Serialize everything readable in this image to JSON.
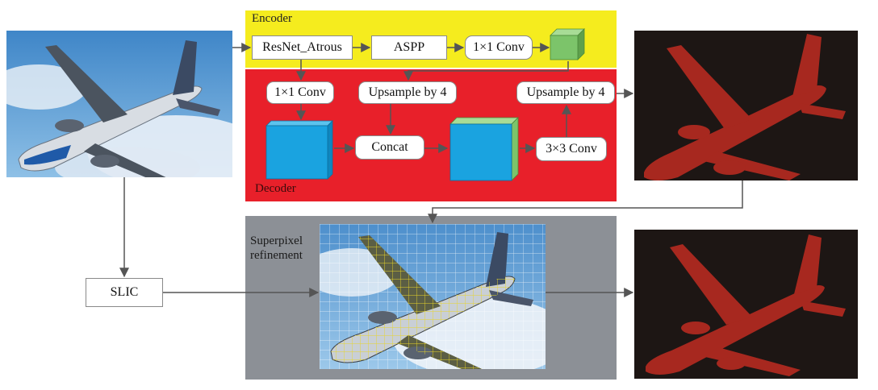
{
  "encoder": {
    "label": "Encoder"
  },
  "decoder": {
    "label": "Decoder"
  },
  "nodes": {
    "resnet": "ResNet_Atrous",
    "aspp": "ASPP",
    "enc_conv": "1×1 Conv",
    "dec_conv": "1×1 Conv",
    "upsample_a": "Upsample by 4",
    "upsample_b": "Upsample by 4",
    "concat": "Concat",
    "conv3": "3×3 Conv",
    "slic": "SLIC"
  },
  "refinement": {
    "label_line1": "Superpixel",
    "label_line2": "refinement"
  },
  "colors": {
    "encoder_bg": "#f5ec1e",
    "decoder_bg": "#e8202a",
    "refinement_bg": "#8c9096",
    "cube_blue": "#1aa3e0",
    "cube_green": "#7cc46a",
    "mask_bg": "#1d1614",
    "mask_fg": "#a7281f"
  }
}
